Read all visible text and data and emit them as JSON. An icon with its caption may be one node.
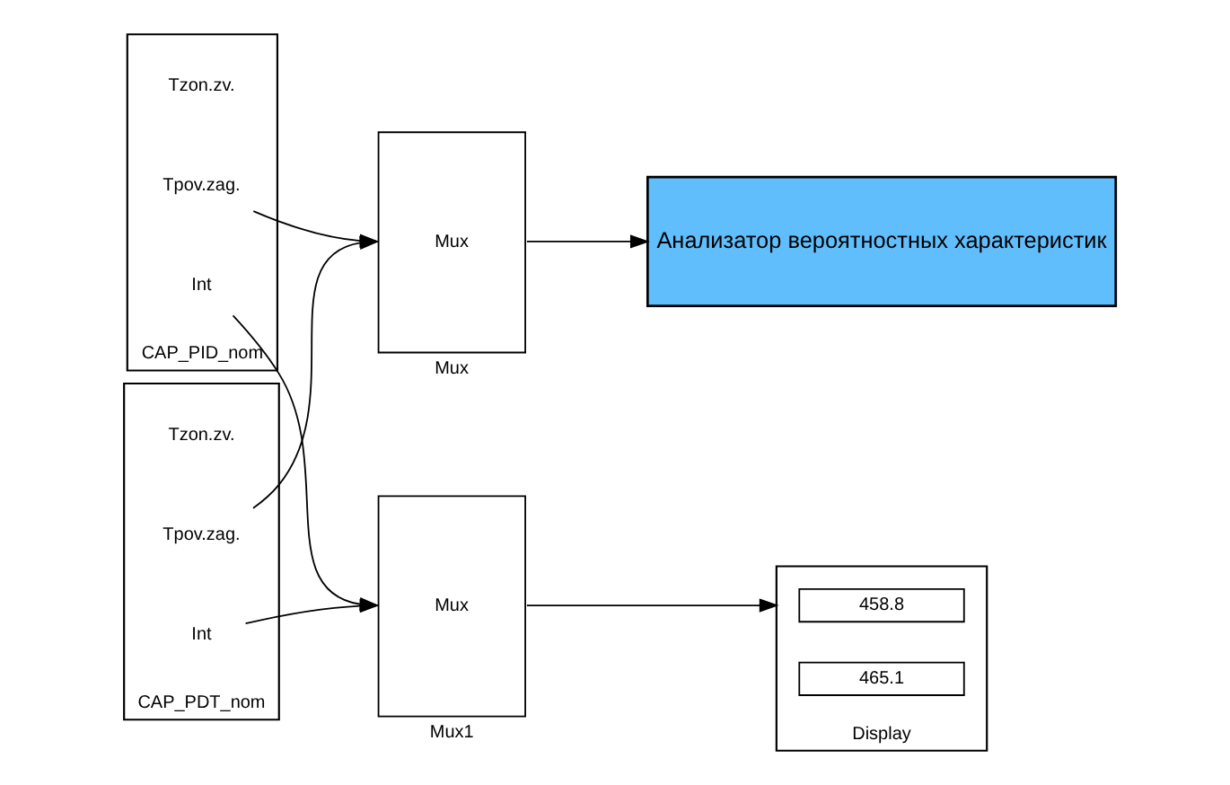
{
  "diagram": {
    "nodes": [
      {
        "text": [
          "CAP_PID_nom"
        ]
      },
      {
        "text": [
          "Tzon.zv."
        ],
        "in": 0
      },
      {
        "text": [
          "Tpov.zag."
        ],
        "in": 0
      },
      {
        "text": [
          "Int"
        ],
        "in": 0
      },
      {
        "text": [
          "CAP_PDT_nom"
        ]
      },
      {
        "text": [
          "Tzon.zv."
        ],
        "in": 4
      },
      {
        "text": [
          "Tpov.zag."
        ],
        "in": 4
      },
      {
        "text": [
          "Int"
        ],
        "in": 4
      },
      {
        "text": [
          "Mux"
        ],
        "beside": [
          "Mux"
        ]
      },
      {
        "text": [
          "Анализатор вероятностных характеристик"
        ]
      },
      {
        "text": [
          "Mux"
        ],
        "beside": [
          "Mux1"
        ]
      },
      {
        "text": [
          "Display"
        ]
      },
      {
        "text": [
          "458.8"
        ],
        "in": 11
      },
      {
        "text": [
          "465.1"
        ],
        "in": 11
      }
    ],
    "edges": [
      {
        "from": 2,
        "to": 8,
        "arrow": "to"
      },
      {
        "from": 6,
        "to": 8,
        "arrow": "to"
      },
      {
        "from": 8,
        "to": 9,
        "arrow": "to"
      },
      {
        "from": 3,
        "to": 10,
        "arrow": "to"
      },
      {
        "from": 7,
        "to": 10,
        "arrow": "to"
      },
      {
        "from": 10,
        "to": 11,
        "arrow": "to"
      }
    ]
  }
}
